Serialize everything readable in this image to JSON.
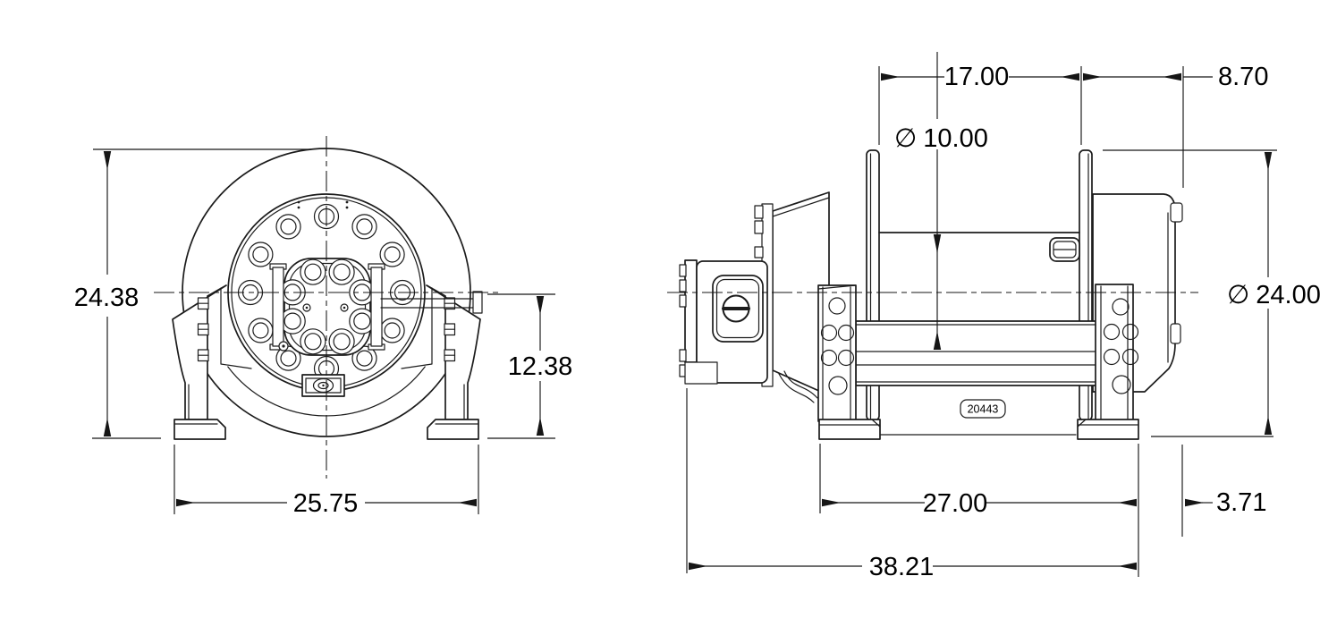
{
  "drawing": {
    "background_color": "#ffffff",
    "line_color": "#1c1c1c",
    "views": {
      "front_view_name": "front-view",
      "side_view_name": "side-view"
    },
    "dimensions": {
      "diameter_symbol": "∅",
      "front_overall_height": "24.38",
      "front_centerline_height": "12.38",
      "front_mounting_width": "25.75",
      "drum_length": "17.00",
      "motor_end_overhang": "8.70",
      "drum_barrel_diameter": "10.00",
      "drum_flange_diameter": "24.00",
      "mounting_feet_length": "27.00",
      "right_end_overhang": "3.71",
      "overall_length": "38.21"
    },
    "serial_plate": "20443"
  }
}
